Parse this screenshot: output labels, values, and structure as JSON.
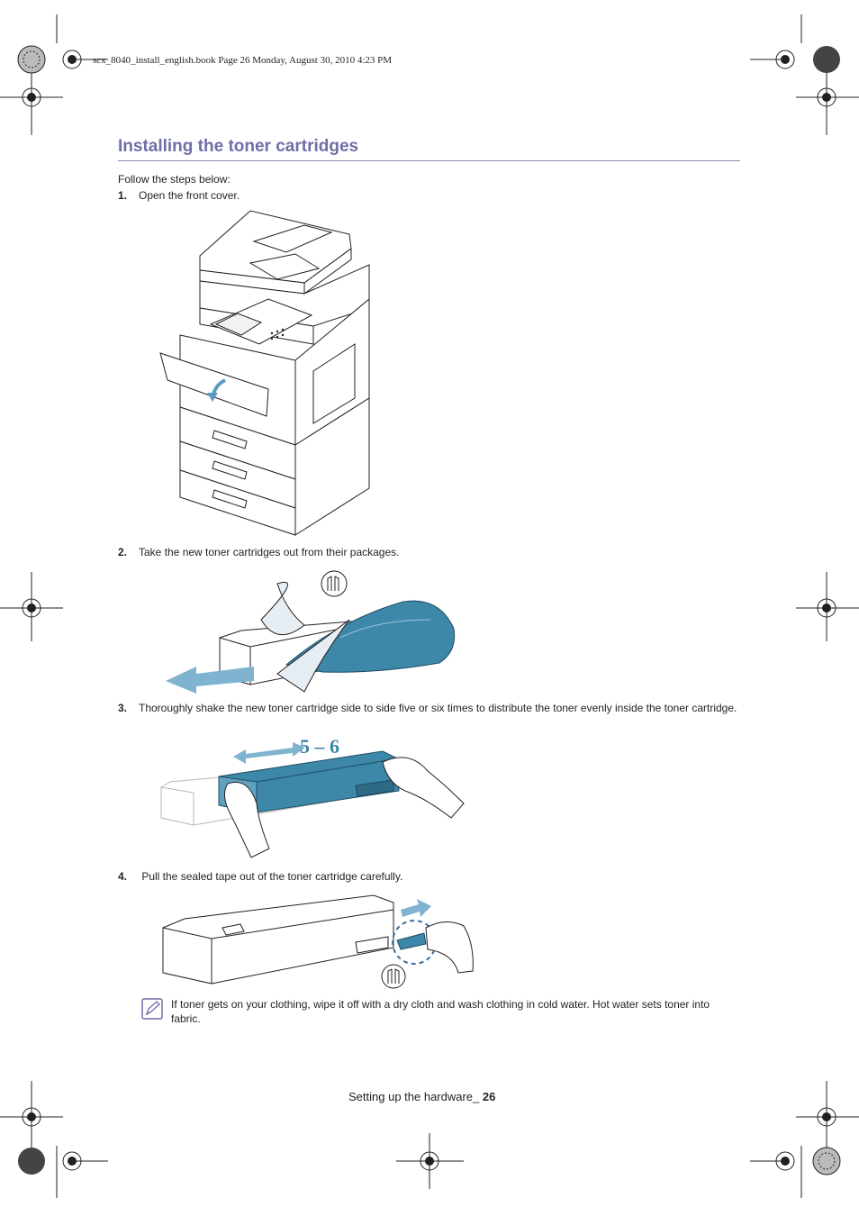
{
  "print_header": "scx_8040_install_english.book  Page 26  Monday, August 30, 2010  4:23 PM",
  "title": "Installing the toner cartridges",
  "intro": "Follow the steps below:",
  "steps": [
    {
      "num": "1.",
      "text": "Open the front cover."
    },
    {
      "num": "2.",
      "text": "Take the new toner cartridges out from their packages."
    },
    {
      "num": "3.",
      "text": "Thoroughly shake the new toner cartridge side to side five or six times to distribute the toner evenly inside the toner cartridge."
    },
    {
      "num": "4.",
      "text": " Pull the sealed tape out of the toner cartridge carefully."
    }
  ],
  "shake_label": "5 – 6",
  "note": "If toner gets on your clothing, wipe it off with a dry cloth and wash clothing in cold water. Hot water sets toner into fabric.",
  "footer": {
    "section": "Setting up the hardware_ ",
    "page": "26"
  },
  "colors": {
    "title": "#6e6ea8",
    "toner_blue": "#3d87a8",
    "arrow_blue": "#7fb3cf",
    "rule": "#8a8ab8"
  }
}
